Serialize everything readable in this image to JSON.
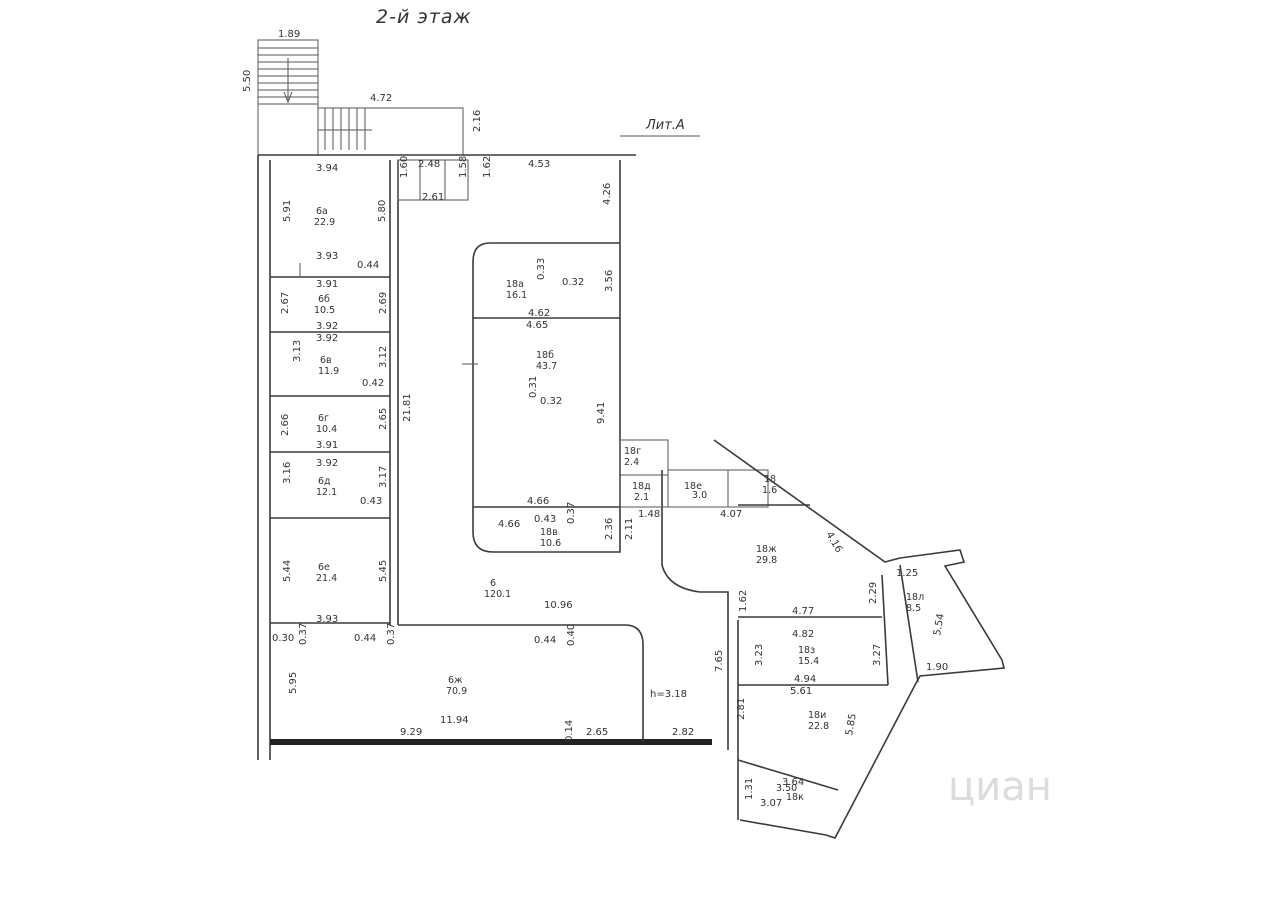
{
  "plan": {
    "title": "2-й этаж",
    "litera": "Лит.А",
    "watermark": "циан",
    "ceiling_height": "h=3.18"
  },
  "rooms": [
    {
      "id": "6а",
      "area": "22.9"
    },
    {
      "id": "6б",
      "area": "10.5"
    },
    {
      "id": "6в",
      "area": "11.9"
    },
    {
      "id": "6г",
      "area": "10.4"
    },
    {
      "id": "6д",
      "area": "12.1"
    },
    {
      "id": "6е",
      "area": "21.4"
    },
    {
      "id": "6ж",
      "area": "70.9"
    },
    {
      "id": "6",
      "area": "120.1"
    },
    {
      "id": "18а",
      "area": "16.1"
    },
    {
      "id": "18б",
      "area": "43.7"
    },
    {
      "id": "18в",
      "area": "10.6"
    },
    {
      "id": "18г",
      "area": "2.4"
    },
    {
      "id": "18д",
      "area": "2.1"
    },
    {
      "id": "18е",
      "area": "3.0"
    },
    {
      "id": "18",
      "area": "1.6"
    },
    {
      "id": "18ж",
      "area": "29.8"
    },
    {
      "id": "18з",
      "area": "15.4"
    },
    {
      "id": "18и",
      "area": "22.8"
    },
    {
      "id": "18к",
      "area": "3.50"
    },
    {
      "id": "18л",
      "area": "8.5"
    }
  ],
  "dims": {
    "d189": "1.89",
    "d550": "5.50",
    "d472": "4.72",
    "d216": "2.16",
    "d394": "3.94",
    "d248": "2.48",
    "d453": "4.53",
    "d160": "1.60",
    "d158": "1.58",
    "d162": "1.62",
    "d261": "2.61",
    "d426": "4.26",
    "d591": "5.91",
    "d580": "5.80",
    "d393": "3.93",
    "d044a": "0.44",
    "d391a": "3.91",
    "d267": "2.67",
    "d269": "2.69",
    "d392a": "3.92",
    "d392b": "3.92",
    "d313": "3.13",
    "d312": "3.12",
    "d042": "0.42",
    "d266": "2.66",
    "d265": "2.65",
    "d2181": "21.81",
    "d391b": "3.91",
    "d392c": "3.92",
    "d316": "3.16",
    "d317": "3.17",
    "d043a": "0.43",
    "d544": "5.44",
    "d545": "5.45",
    "d393b": "3.93",
    "d030": "0.30",
    "d037a": "0.37",
    "d044b": "0.44",
    "d037b": "0.37",
    "d595": "5.95",
    "d929": "9.29",
    "d1194": "11.94",
    "d014": "0.14",
    "d265b": "2.65",
    "d282": "2.82",
    "d1096": "10.96",
    "d044c": "0.44",
    "d040": "0.40",
    "d765": "7.65",
    "d033": "0.33",
    "d032a": "0.32",
    "d356": "3.56",
    "d462": "4.62",
    "d465": "4.65",
    "d031": "0.31",
    "d032b": "0.32",
    "d941": "9.41",
    "d466a": "4.66",
    "d466b": "4.66",
    "d043b": "0.43",
    "d037c": "0.37",
    "d236": "2.36",
    "d211": "2.11",
    "d148": "1.48",
    "d407": "4.07",
    "d416": "4.16",
    "d125": "1.25",
    "d229": "2.29",
    "d554": "5.54",
    "d162b": "1.62",
    "d477": "4.77",
    "d482": "4.82",
    "d323": "3.23",
    "d327": "3.27",
    "d494": "4.94",
    "d561": "5.61",
    "d190": "1.90",
    "d281": "2.81",
    "d585": "5.85",
    "d364": "3.64",
    "d307": "3.07",
    "d131": "1.31"
  }
}
